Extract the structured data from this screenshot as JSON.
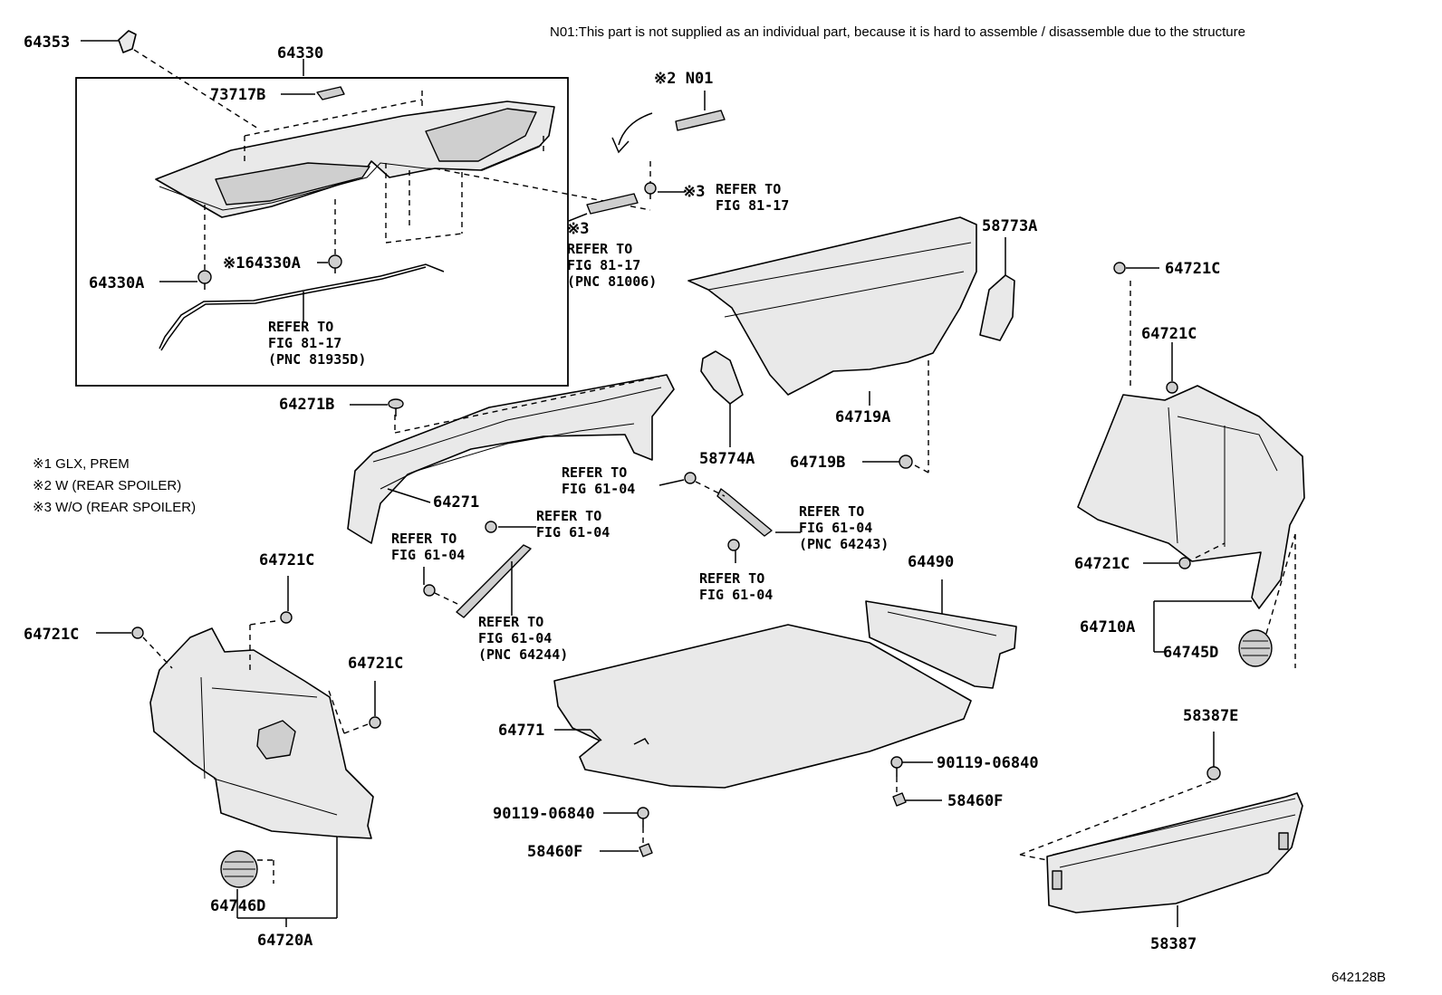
{
  "note_top": "N01:This part is not supplied as an individual part, because it is hard to assemble / disassemble due to the structure",
  "legend": [
    "※1 GLX, PREM",
    "※2 W (REAR SPOILER)",
    "※3 W/O (REAR SPOILER)"
  ],
  "figure_id": "642128B",
  "labels": {
    "p64353": "64353",
    "p64330": "64330",
    "p73717B": "73717B",
    "p64330A": "64330A",
    "p64330A_k1": "※164330A",
    "pN01": "※2 N01",
    "pk3a": "※3",
    "pk3b": "※3",
    "p58773A": "58773A",
    "p64721C_r1": "64721C",
    "p64721C_r2": "64721C",
    "p64721C_r3": "64721C",
    "p64719A": "64719A",
    "p58774A": "58774A",
    "p64719B": "64719B",
    "p64271B": "64271B",
    "p64271": "64271",
    "p64490": "64490",
    "p64710A": "64710A",
    "p64745D": "64745D",
    "p64721C_l1": "64721C",
    "p64721C_l2": "64721C",
    "p64721C_l3": "64721C",
    "p64771": "64771",
    "p90119a": "90119-06840",
    "p58460Fa": "58460F",
    "p90119b": "90119-06840",
    "p58460Fb": "58460F",
    "p58387E": "58387E",
    "p58387": "58387",
    "p64746D": "64746D",
    "p64720A": "64720A"
  },
  "refs": {
    "r1": [
      "REFER TO",
      "FIG 81-17"
    ],
    "r2": [
      "REFER TO",
      "FIG 81-17",
      "(PNC 81006)"
    ],
    "r3": [
      "REFER TO",
      "FIG 81-17",
      "(PNC 81935D)"
    ],
    "r4": [
      "REFER TO",
      "FIG 61-04"
    ],
    "r5": [
      "REFER TO",
      "FIG 61-04"
    ],
    "r6": [
      "REFER TO",
      "FIG 61-04"
    ],
    "r7": [
      "REFER TO",
      "FIG 61-04",
      "(PNC 64244)"
    ],
    "r8": [
      "REFER TO",
      "FIG 61-04",
      "(PNC 64243)"
    ],
    "r9": [
      "REFER TO",
      "FIG 61-04"
    ]
  }
}
